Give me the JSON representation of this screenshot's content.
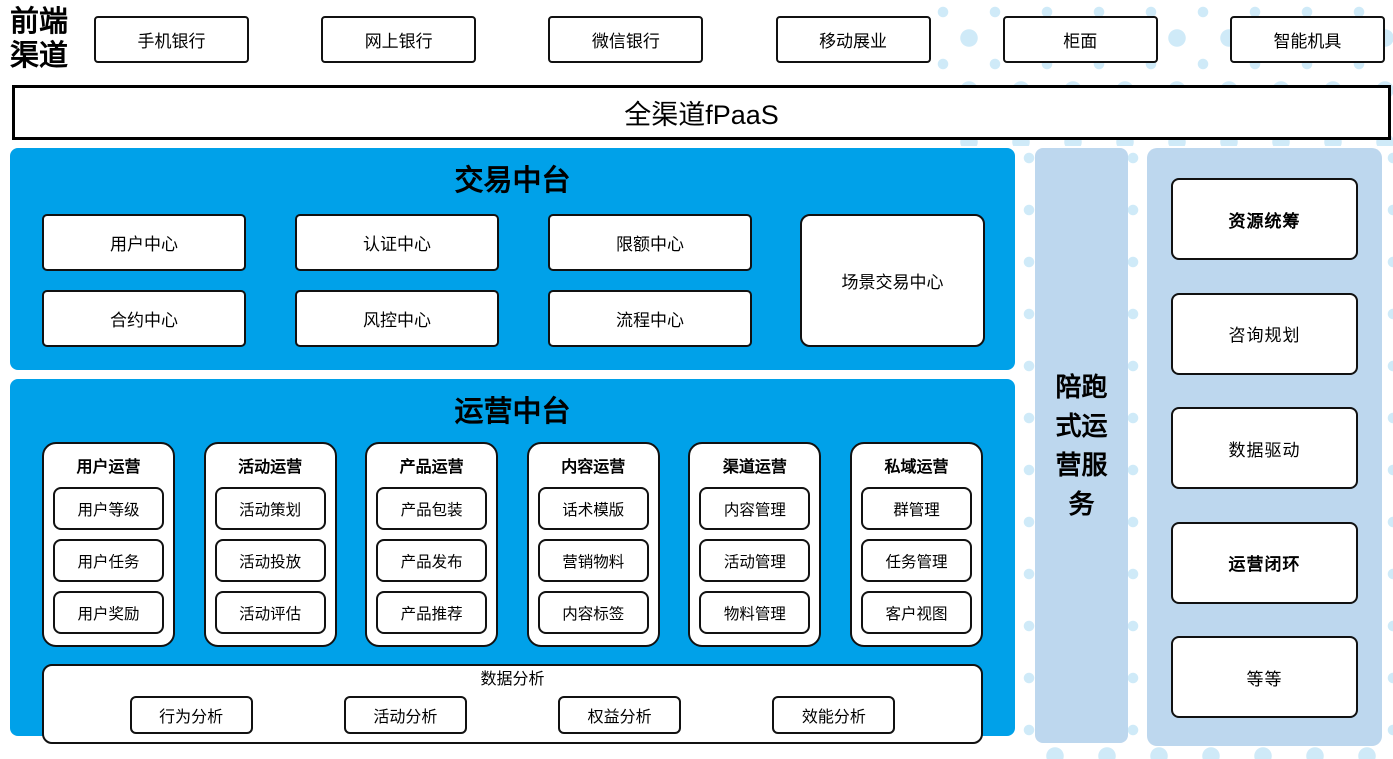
{
  "front_channels": {
    "label": "前端渠道",
    "items": [
      "手机银行",
      "网上银行",
      "微信银行",
      "移动展业",
      "柜面",
      "智能机具"
    ]
  },
  "fpaas_label": "全渠道fPaaS",
  "transaction_platform": {
    "title": "交易中台",
    "centers": [
      "用户中心",
      "认证中心",
      "限额中心",
      "合约中心",
      "风控中心",
      "流程中心"
    ],
    "scenario_center": "场景交易中心"
  },
  "operation_platform": {
    "title": "运营中台",
    "columns": [
      {
        "header": "用户运营",
        "items": [
          "用户等级",
          "用户任务",
          "用户奖励"
        ]
      },
      {
        "header": "活动运营",
        "items": [
          "活动策划",
          "活动投放",
          "活动评估"
        ]
      },
      {
        "header": "产品运营",
        "items": [
          "产品包装",
          "产品发布",
          "产品推荐"
        ]
      },
      {
        "header": "内容运营",
        "items": [
          "话术模版",
          "营销物料",
          "内容标签"
        ]
      },
      {
        "header": "渠道运营",
        "items": [
          "内容管理",
          "活动管理",
          "物料管理"
        ]
      },
      {
        "header": "私域运营",
        "items": [
          "群管理",
          "任务管理",
          "客户视图"
        ]
      }
    ],
    "analysis": {
      "title": "数据分析",
      "items": [
        "行为分析",
        "活动分析",
        "权益分析",
        "效能分析"
      ]
    }
  },
  "companion_bar_label": "陪跑式运营服务",
  "companion_panel": {
    "items": [
      "资源统筹",
      "咨询规划",
      "数据驱动",
      "运营闭环",
      "等等"
    ]
  },
  "colors": {
    "platform_cyan": "#00a1e9",
    "panel_light_blue": "#bdd7ee",
    "dot_pattern_blue": "#cfeaf8"
  }
}
